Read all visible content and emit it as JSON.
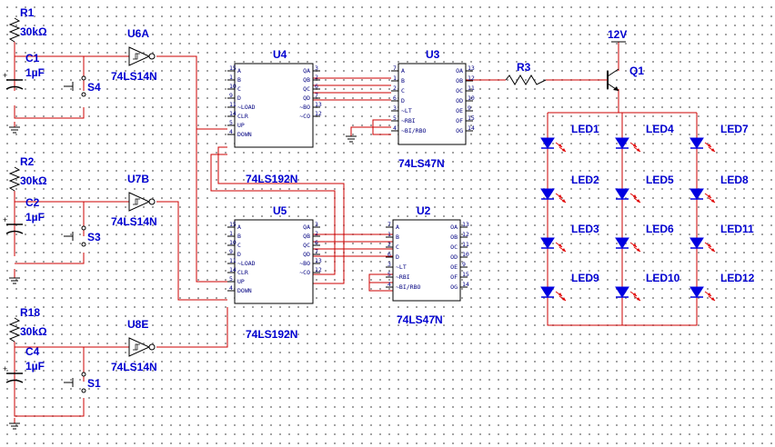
{
  "colors": {
    "wire": "#cc0000",
    "part": "#000000",
    "label": "#0000d0",
    "led": "#0000e0",
    "led_ray": "#e00000",
    "grid": "#8c8c8c"
  },
  "resistors": {
    "r1": {
      "ref": "R1",
      "value": "30kΩ"
    },
    "r2": {
      "ref": "R2",
      "value": "30kΩ"
    },
    "r18": {
      "ref": "R18",
      "value": "30kΩ"
    },
    "r3": {
      "ref": "R3"
    }
  },
  "capacitors": {
    "c1": {
      "ref": "C1",
      "value": "1µF"
    },
    "c2": {
      "ref": "C2",
      "value": "1µF"
    },
    "c4": {
      "ref": "C4",
      "value": "1µF"
    }
  },
  "switches": {
    "s4": "S4",
    "s3": "S3",
    "s1": "S1"
  },
  "inverters": {
    "u6a": {
      "ref": "U6A",
      "type": "74LS14N"
    },
    "u7b": {
      "ref": "U7B",
      "type": "74LS14N"
    },
    "u8e": {
      "ref": "U8E",
      "type": "74LS14N"
    }
  },
  "counters": {
    "u4": {
      "ref": "U4",
      "type": "74LS192N"
    },
    "u5": {
      "ref": "U5",
      "type": "74LS192N"
    },
    "pins_left": [
      {
        "num": "15",
        "name": "A"
      },
      {
        "num": "1",
        "name": "B"
      },
      {
        "num": "10",
        "name": "C"
      },
      {
        "num": "9",
        "name": "D"
      },
      {
        "num": "11",
        "name": "~LOAD"
      },
      {
        "num": "14",
        "name": "CLR"
      },
      {
        "num": "5",
        "name": "UP"
      },
      {
        "num": "4",
        "name": "DOWN"
      }
    ],
    "pins_right": [
      {
        "num": "3",
        "name": "QA"
      },
      {
        "num": "2",
        "name": "QB"
      },
      {
        "num": "6",
        "name": "QC"
      },
      {
        "num": "7",
        "name": "QD"
      },
      {
        "num": "13",
        "name": "~BO"
      },
      {
        "num": "12",
        "name": "~CO"
      }
    ]
  },
  "decoders": {
    "u3": {
      "ref": "U3",
      "type": "74LS47N"
    },
    "u2": {
      "ref": "U2",
      "type": "74LS47N"
    },
    "pins_left": [
      {
        "num": "7",
        "name": "A"
      },
      {
        "num": "1",
        "name": "B"
      },
      {
        "num": "2",
        "name": "C"
      },
      {
        "num": "6",
        "name": "D"
      },
      {
        "num": "3",
        "name": "~LT"
      },
      {
        "num": "5",
        "name": "~RBI"
      },
      {
        "num": "4",
        "name": "~BI/RBO"
      }
    ],
    "pins_right": [
      {
        "num": "13",
        "name": "OA"
      },
      {
        "num": "12",
        "name": "OB"
      },
      {
        "num": "11",
        "name": "OC"
      },
      {
        "num": "10",
        "name": "OD"
      },
      {
        "num": "9",
        "name": "OE"
      },
      {
        "num": "15",
        "name": "OF"
      },
      {
        "num": "14",
        "name": "OG"
      }
    ]
  },
  "transistor": {
    "ref": "Q1",
    "supply": "12V"
  },
  "leds": [
    [
      "LED1",
      "LED2",
      "LED3",
      "LED9"
    ],
    [
      "LED4",
      "LED5",
      "LED6",
      "LED10"
    ],
    [
      "LED7",
      "LED8",
      "LED11",
      "LED12"
    ]
  ]
}
